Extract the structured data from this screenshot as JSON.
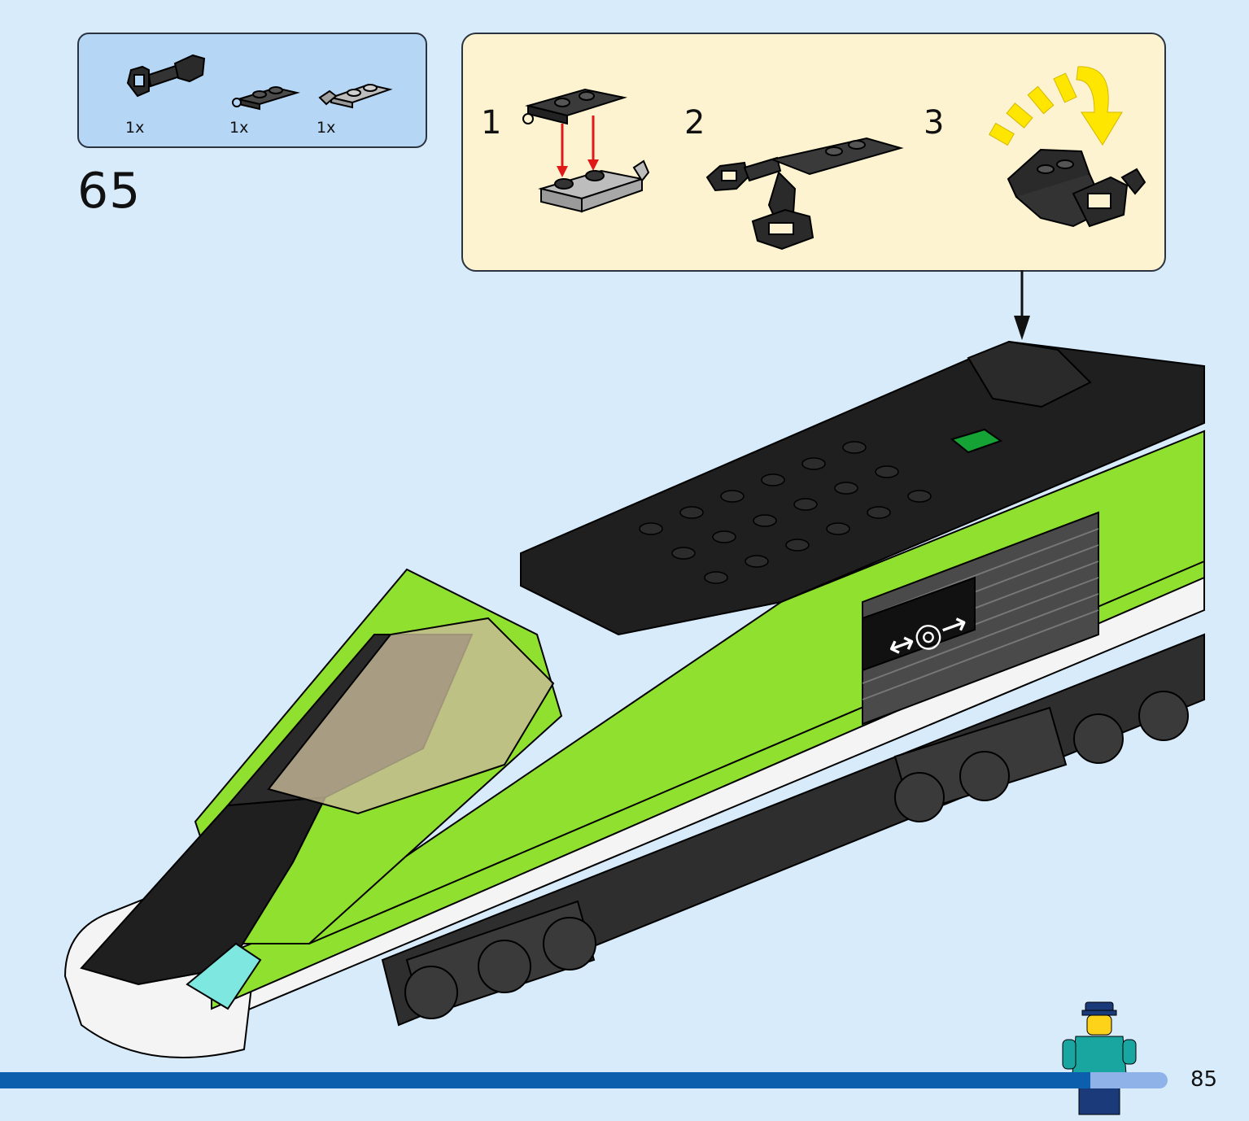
{
  "parts_list": {
    "items": [
      {
        "name": "hinge coupler",
        "qty": "1x"
      },
      {
        "name": "plate with clip",
        "qty": "1x"
      },
      {
        "name": "plate with hinge",
        "qty": "1x"
      }
    ]
  },
  "step": {
    "number": "65"
  },
  "substeps": [
    {
      "label": "1"
    },
    {
      "label": "2"
    },
    {
      "label": "3"
    }
  ],
  "train": {
    "logo_text": "↔◎→"
  },
  "footer": {
    "page_number": "85"
  },
  "colors": {
    "background": "#d8ebfb",
    "parts_box": "#b5d6f5",
    "substep_box": "#fdf3d0",
    "lime": "#8fe02f",
    "bar": "#0b5fad"
  }
}
